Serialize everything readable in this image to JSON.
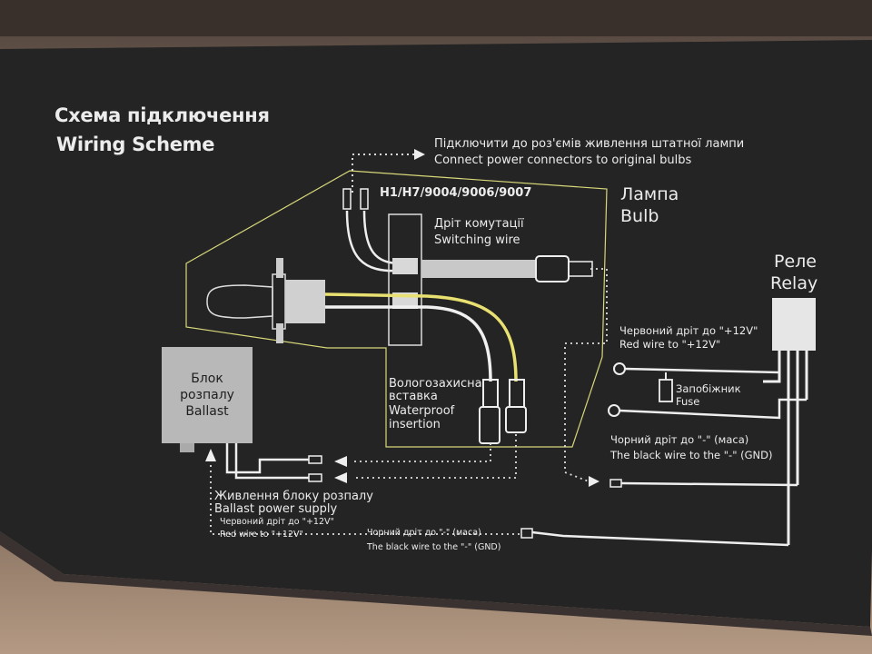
{
  "title": {
    "ua": "Схема підключення",
    "en": "Wiring Scheme"
  },
  "connect_note": {
    "ua": "Підключити до роз'ємів живлення штатної лампи",
    "en": "Connect power connectors to original bulbs"
  },
  "bulb_types": "H1/H7/9004/9006/9007",
  "lamp": {
    "ua": "Лампа",
    "en": "Bulb"
  },
  "switching_wire": {
    "ua": "Дріт комутації",
    "en": "Switching wire"
  },
  "relay": {
    "ua": "Реле",
    "en": "Relay"
  },
  "red_wire_relay": {
    "ua": "Червоний дріт до \"+12V\"",
    "en": "Red wire to \"+12V\""
  },
  "fuse": {
    "ua": "Запобіжник",
    "en": "Fuse"
  },
  "black_wire_relay": {
    "ua": "Чорний дріт до \"-\" (маса)",
    "en": "The black wire to the \"-\" (GND)"
  },
  "waterproof": {
    "ua_line1": "Вологозахисна",
    "ua_line2": "вставка",
    "en_line1": "Waterproof",
    "en_line2": "insertion"
  },
  "ballast": {
    "line1": "Блок",
    "line2": "розпалу",
    "line3": "Ballast"
  },
  "ballast_power": {
    "ua": "Живлення блоку розпалу",
    "en": "Ballast power supply"
  },
  "red_wire_bottom": {
    "ua": "Червоний дріт до \"+12V\"",
    "en": "Red wire to \"+12V\""
  },
  "black_wire_bottom": {
    "ua": "Чорний дріт до \"-\" (маса)",
    "en": "The black wire to the \"-\" (GND)"
  },
  "colors": {
    "panel": "#242424",
    "frame": "#d8d87a",
    "wire_yellow": "#e8e070",
    "wire_white": "#f0f0f0",
    "ballast_box": "#b8b8b8"
  }
}
